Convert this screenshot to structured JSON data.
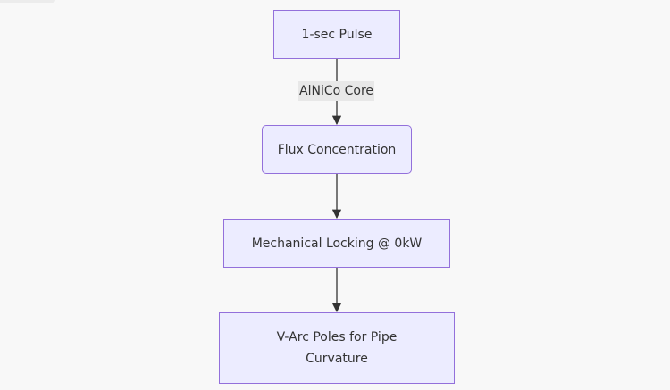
{
  "diagram": {
    "nodes": [
      {
        "id": "pulse",
        "label": "1-sec Pulse",
        "shape": "rect"
      },
      {
        "id": "flux",
        "label": "Flux Concentration",
        "shape": "rounded"
      },
      {
        "id": "locking",
        "label": "Mechanical Locking @ 0kW",
        "shape": "rect"
      },
      {
        "id": "varc",
        "label": "V-Arc Poles for Pipe Curvature",
        "shape": "rect"
      }
    ],
    "edges": [
      {
        "from": "pulse",
        "to": "flux",
        "label": "AlNiCo Core"
      },
      {
        "from": "flux",
        "to": "locking",
        "label": ""
      },
      {
        "from": "locking",
        "to": "varc",
        "label": ""
      }
    ],
    "colors": {
      "node_fill": "#ECECFF",
      "node_border": "#9370DB",
      "edge": "#333333",
      "edge_label_bg": "#e8e8e8",
      "background": "#f8f8f8"
    }
  }
}
